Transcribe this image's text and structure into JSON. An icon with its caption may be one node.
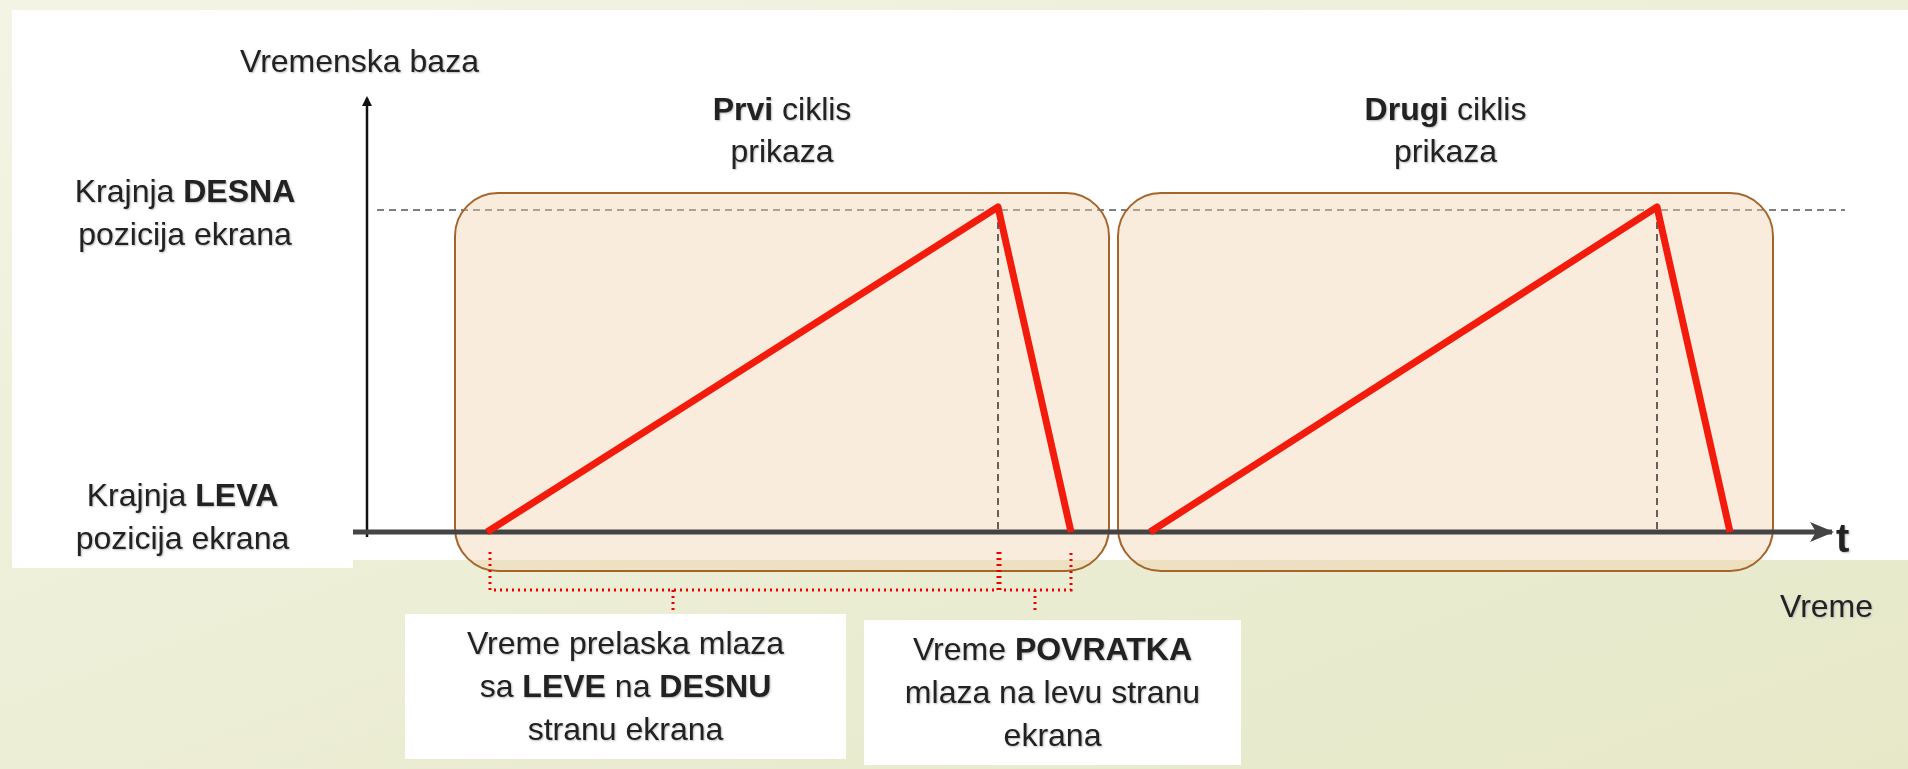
{
  "diagram": {
    "nodes": [
      {
        "text": [
          "**Prvi** ciklis prikaza"
        ]
      },
      {
        "text": [
          "**Drugi** ciklis prikaza"
        ]
      }
    ],
    "labels": [
      "Vremenska baza",
      "Krajnja **DESNA** pozicija ekrana",
      "Krajnja **LEVA** pozicija ekrana",
      "t",
      "Vreme",
      "Vreme prelaska mlaza sa **LEVE** na **DESNU** stranu ekrana",
      "Vreme **POVRATKA** mlaza na levu stranu ekrana"
    ]
  }
}
